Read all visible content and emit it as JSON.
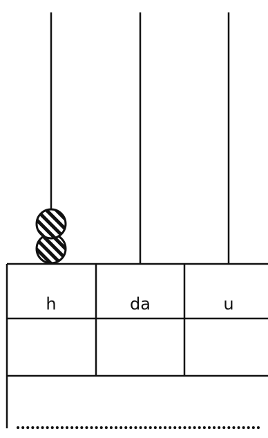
{
  "abacus": {
    "columns": [
      {
        "label": "h",
        "beads": 2
      },
      {
        "label": "da",
        "beads": 0
      },
      {
        "label": "u",
        "beads": 0
      }
    ],
    "answer_line": "",
    "colors": {
      "ink": "#111111",
      "background": "#ffffff"
    }
  }
}
